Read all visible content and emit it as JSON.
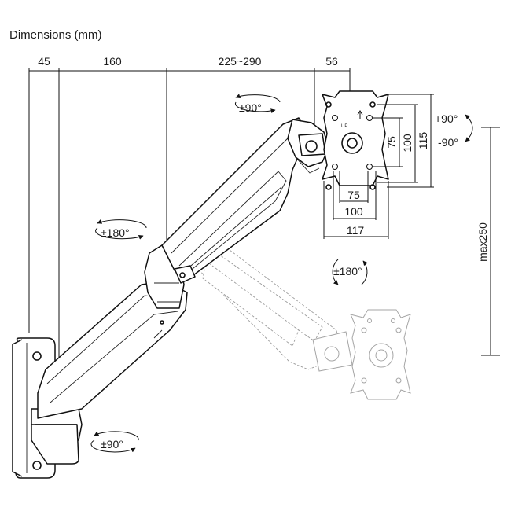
{
  "title": "Dimensions (mm)",
  "horizontal_dims": {
    "wall_plate": "45",
    "lower_arm": "160",
    "upper_arm": "225~290",
    "head": "56"
  },
  "vesa_dims": {
    "h_inner": "75",
    "h_outer": "100",
    "h_overall": "117",
    "v_inner": "75",
    "v_outer": "100",
    "v_overall": "115"
  },
  "tilt": {
    "up": "+90°",
    "down": "-90°"
  },
  "height_range": "max250",
  "rotations": {
    "head_swivel": "±90°",
    "upper_joint": "±180°",
    "monitor_rotate": "±180°",
    "wall_swivel": "±90°"
  },
  "plate_marking": "UP"
}
